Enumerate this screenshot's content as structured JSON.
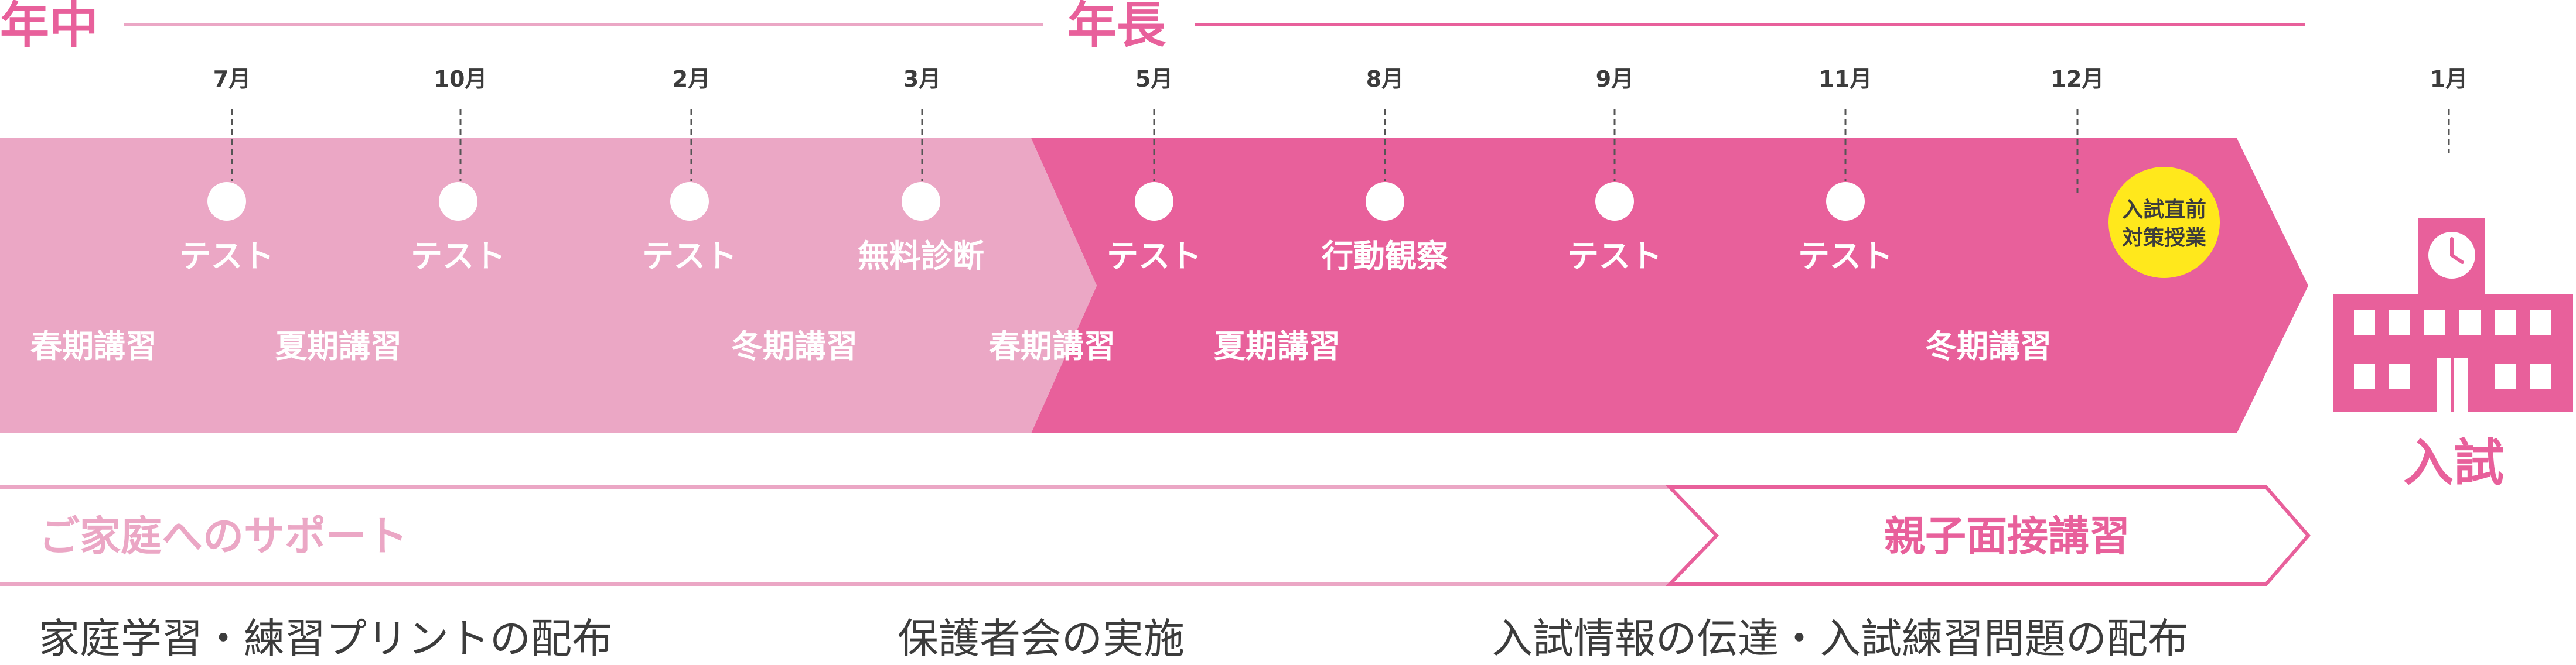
{
  "phases": {
    "nenchu": "年中",
    "nencho": "年長"
  },
  "months": [
    "7月",
    "10月",
    "2月",
    "3月",
    "5月",
    "8月",
    "9月",
    "11月",
    "12月",
    "1月"
  ],
  "events": [
    "テスト",
    "テスト",
    "テスト",
    "無料診断",
    "テスト",
    "行動観察",
    "テスト",
    "テスト"
  ],
  "highlight": {
    "line1": "入試直前",
    "line2": "対策授業"
  },
  "courses": [
    "春期講習",
    "夏期講習",
    "冬期講習",
    "春期講習",
    "夏期講習",
    "冬期講習"
  ],
  "exam": {
    "label": "入試"
  },
  "support": {
    "label": "ご家庭へのサポート"
  },
  "interview": {
    "label": "親子面接講習"
  },
  "bottom": {
    "item1": "家庭学習・練習プリントの配布",
    "item2": "保護者会の実施",
    "item3": "入試情報の伝達・入試練習問題の配布"
  },
  "colors": {
    "pink_light": "#eba7c5",
    "pink": "#e8609b",
    "yellow": "#ffe81c",
    "gray_text": "#3c3c3c",
    "white": "#ffffff"
  }
}
